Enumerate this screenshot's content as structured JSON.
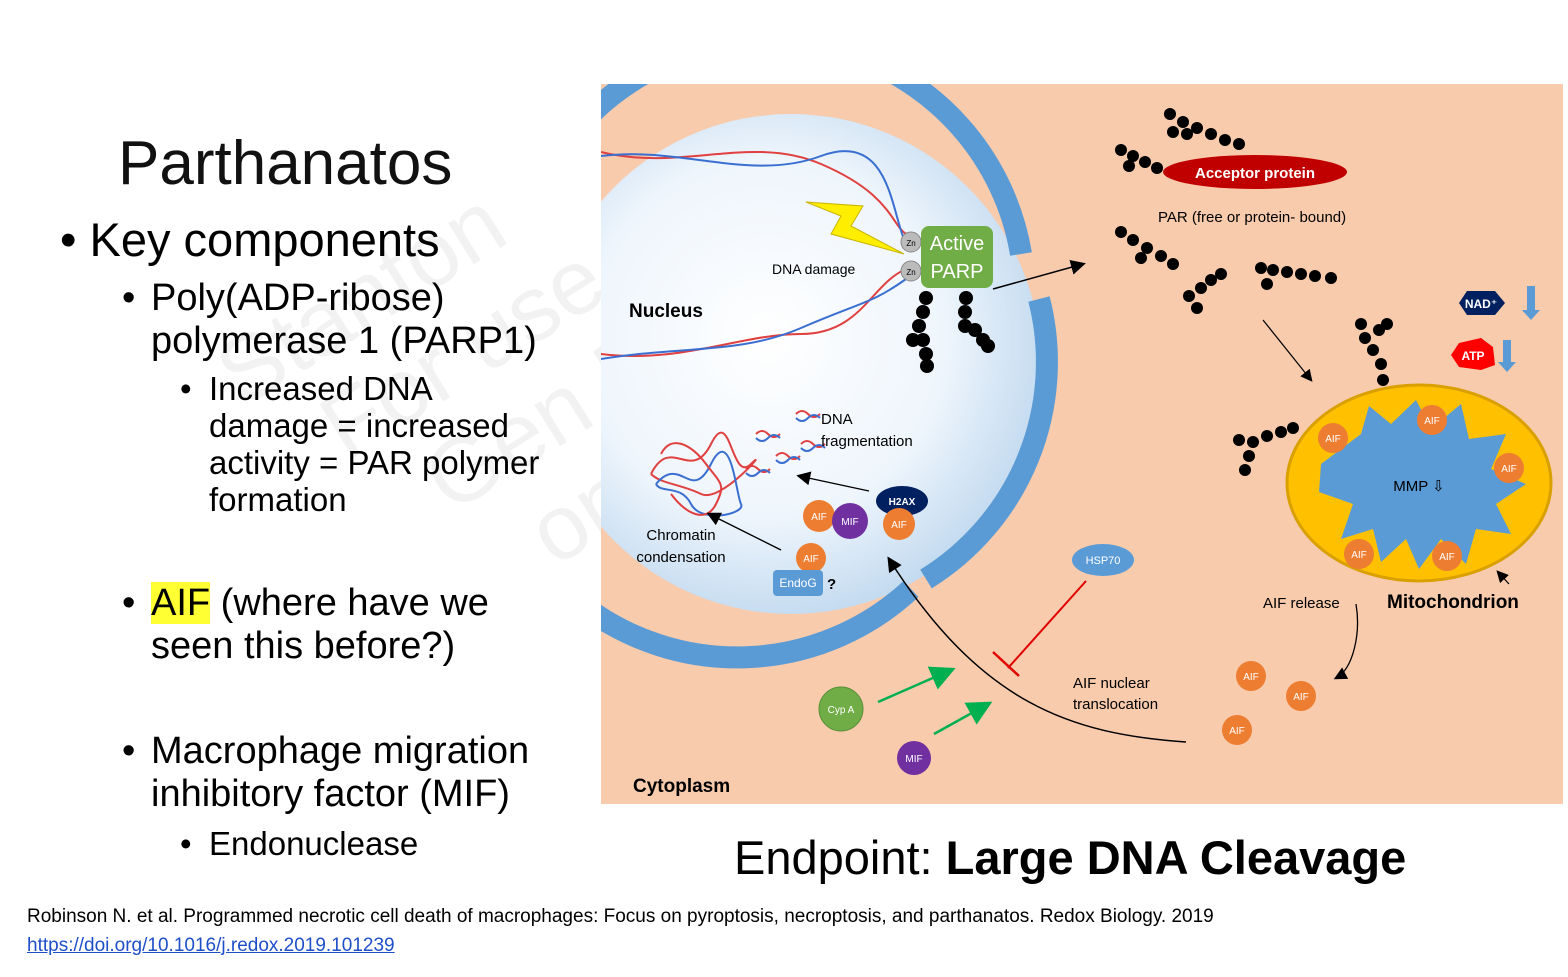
{
  "slide": {
    "title": "Parthanatos",
    "bullets": {
      "key_components": "Key components",
      "parp1_line1": "Poly(ADP-ribose)",
      "parp1_line2": "polymerase 1 (PARP1)",
      "parp1_sub_line1": "Increased DNA",
      "parp1_sub_line2": "damage = increased",
      "parp1_sub_line3": "activity = PAR polymer",
      "parp1_sub_line4": "formation",
      "aif_highlight": "AIF",
      "aif_rest_line1": " (where have we",
      "aif_line2": "seen this before?)",
      "mif_line1": "Macrophage migration",
      "mif_line2": "inhibitory factor (MIF)",
      "mif_sub": "Endonuclease"
    },
    "endpoint_prefix": "Endpoint: ",
    "endpoint_bold": "Large DNA Cleavage",
    "citation": "Robinson N. et al. Programmed necrotic cell death of macrophages: Focus on pyroptosis, necroptosis, and parthanatos. Redox Biology. 2019",
    "doi_link": "https://doi.org/10.1016/j.redox.2019.101239",
    "watermark": [
      "Stanton",
      "For use",
      "Gen P",
      "only"
    ]
  },
  "diagram": {
    "labels": {
      "nucleus": "Nucleus",
      "cytoplasm": "Cytoplasm",
      "dna_damage": "DNA damage",
      "active_parp_line1": "Active",
      "active_parp_line2": "PARP",
      "zn": "Zn",
      "acceptor_protein": "Acceptor protein",
      "par_free": "PAR (free or protein- bound)",
      "nad": "NAD⁺",
      "atp": "ATP",
      "mmp": "MMP ⇩",
      "mitochondrion": "Mitochondrion",
      "aif_release": "AIF release",
      "aif_nuclear_line1": "AIF nuclear",
      "aif_nuclear_line2": "translocation",
      "hsp70": "HSP70",
      "cyp_a": "Cyp A",
      "mif": "MIF",
      "aif": "AIF",
      "endog": "EndoG",
      "question": "?",
      "h2ax": "H2AX",
      "dna_frag_line1": "DNA",
      "dna_frag_line2": "fragmentation",
      "chromatin_line1": "Chromatin",
      "chromatin_line2": "condensation"
    },
    "colors": {
      "cytoplasm": "#f8cbad",
      "nucleus_rim": "#5b9bd5",
      "parp": "#70ad47",
      "aif": "#ed7d31",
      "mif": "#7030a0",
      "h2ax": "#002060",
      "acceptor": "#c00000",
      "mito_outer": "#ffc000",
      "mito_inner": "#5b9bd5",
      "hsp70": "#5b9bd5",
      "cyp_a": "#70ad47",
      "inhibit": "#e00000",
      "activate": "#00b050"
    }
  }
}
